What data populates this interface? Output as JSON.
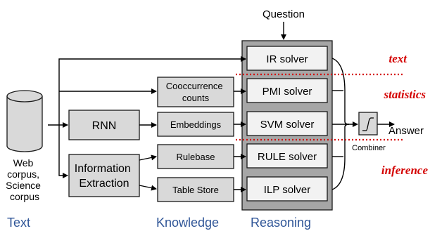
{
  "question": "Question",
  "answer": "Answer",
  "combiner": "Combiner",
  "corpus": [
    "Web",
    "corpus,",
    "Science",
    "corpus"
  ],
  "text_processing": {
    "rnn": "RNN",
    "information_extraction": [
      "Information",
      "Extraction"
    ]
  },
  "knowledge": {
    "cooccurrence": [
      "Cooccurrence",
      "counts"
    ],
    "embeddings": "Embeddings",
    "rulebase": "Rulebase",
    "table_store": "Table Store"
  },
  "solvers": {
    "ir": "IR solver",
    "pmi": "PMI solver",
    "svm": "SVM solver",
    "rule": "RULE solver",
    "ilp": "ILP solver"
  },
  "annotations": {
    "text": "text",
    "statistics": "statistics",
    "inference": "inference"
  },
  "bottom_labels": {
    "text": "Text",
    "knowledge": "Knowledge",
    "reasoning": "Reasoning"
  },
  "colors": {
    "annotation": "#d40000",
    "bottom_label": "#2f5597",
    "box_fill": "#d9d9d9",
    "solver_fill": "#f2f2f2",
    "container_fill": "#a6a6a6"
  }
}
